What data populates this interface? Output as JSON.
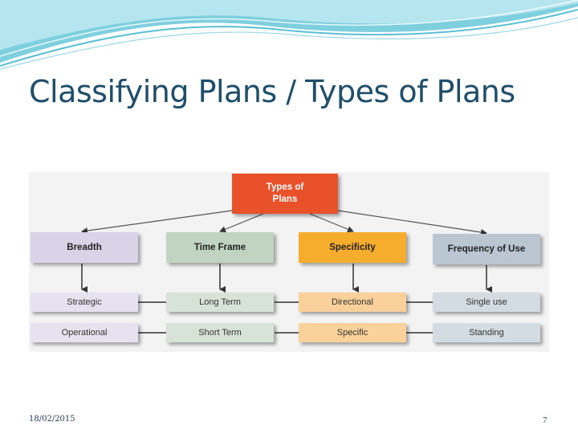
{
  "slide": {
    "title": "Classifying Plans / Types of Plans",
    "date": "18/02/2015",
    "page_number": "7"
  },
  "diagram": {
    "root": "Types of\nPlans",
    "columns": [
      {
        "header": "Breadth",
        "items": [
          "Strategic",
          "Operational"
        ],
        "header_color": "#d9d3e8",
        "item_color": "#e6e2ef"
      },
      {
        "header": "Time Frame",
        "items": [
          "Long Term",
          "Short Term"
        ],
        "header_color": "#c1d3c1",
        "item_color": "#d8e3d7"
      },
      {
        "header": "Specificity",
        "items": [
          "Directional",
          "Specific"
        ],
        "header_color": "#f6ad2d",
        "item_color": "#fbd19b"
      },
      {
        "header": "Frequency of Use",
        "items": [
          "Single use",
          "Standing"
        ],
        "header_color": "#bac6d1",
        "item_color": "#d3dbe3"
      }
    ]
  },
  "colors": {
    "title": "#1f4e6b",
    "root": "#e8512a",
    "wave": "#5bbfd3"
  }
}
